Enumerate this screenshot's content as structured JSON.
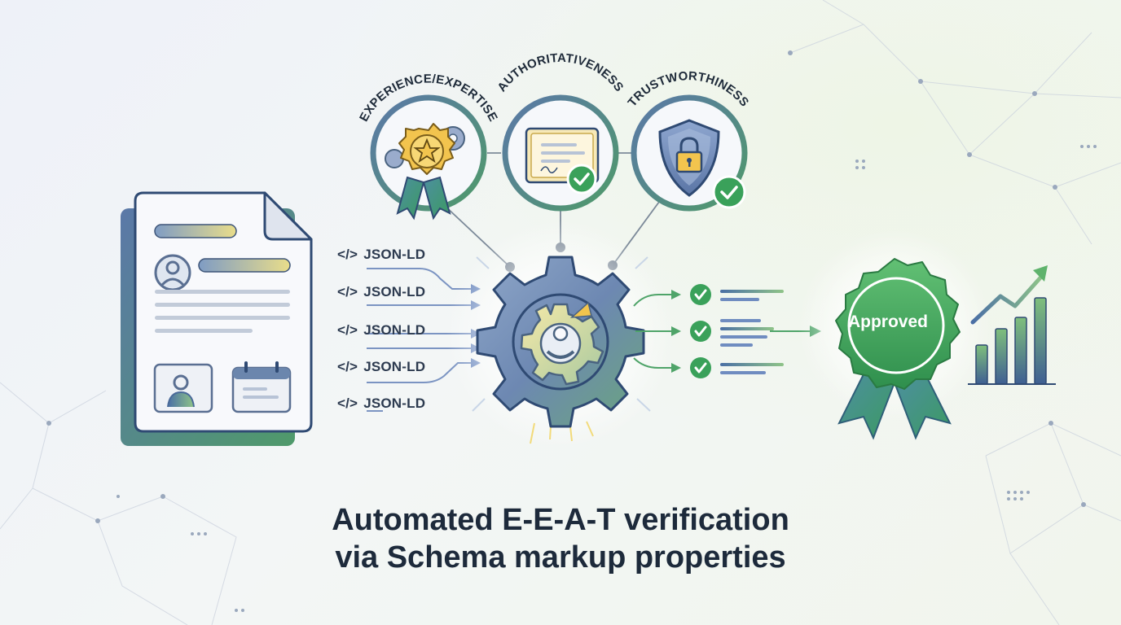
{
  "circles": [
    {
      "label": "EXPERIENCE/EXPERTISE",
      "icon": "award-gear-icon"
    },
    {
      "label": "AUTHORITATIVENESS",
      "icon": "certificate-icon"
    },
    {
      "label": "TRUSTWORTHINESS",
      "icon": "shield-lock-icon"
    }
  ],
  "json_labels": {
    "code_glyph": "</>",
    "items": [
      "JSON-LD",
      "JSON-LD",
      "JSON-LD",
      "JSON-LD",
      "JSON-LD"
    ]
  },
  "badge": {
    "label": "Approved"
  },
  "title": {
    "line1": "Automated E-E-A-T verification",
    "line2": "via Schema markup properties"
  },
  "colors": {
    "navy": "#2f4a73",
    "green": "#3aa15a",
    "gold": "#f2c44e",
    "slate": "#5a6f92"
  }
}
